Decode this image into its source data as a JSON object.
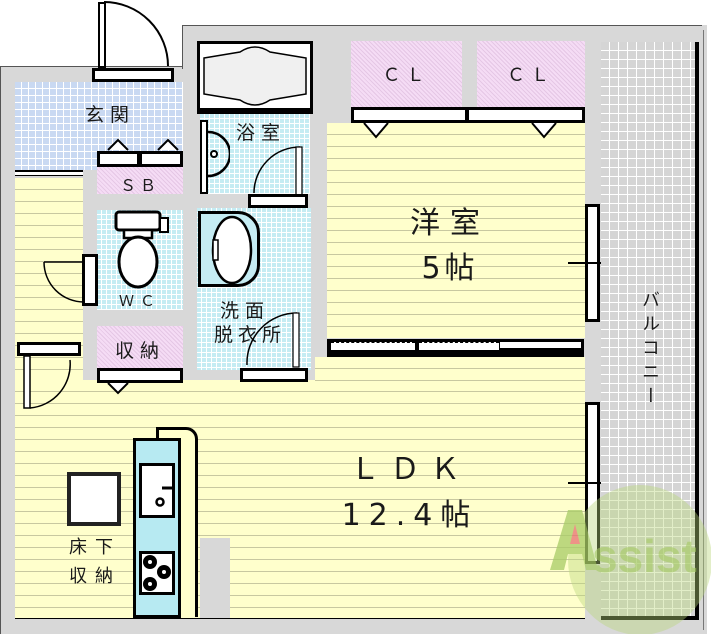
{
  "floor_plan": {
    "rooms": {
      "entrance": {
        "label": "玄関"
      },
      "shoe_box": {
        "label": "ＳＢ"
      },
      "bathroom": {
        "label": "浴室"
      },
      "closet_1": {
        "label": "ＣＬ"
      },
      "closet_2": {
        "label": "ＣＬ"
      },
      "western_room": {
        "label": "洋室",
        "size": "5帖"
      },
      "toilet": {
        "label": "ＷＣ"
      },
      "washroom": {
        "label_line1": "洗面",
        "label_line2": "脱衣所"
      },
      "storage": {
        "label": "収納"
      },
      "ldk": {
        "label": "ＬＤＫ",
        "size": "12.4帖"
      },
      "underfloor_storage": {
        "label_line1": "床下",
        "label_line2": "収納"
      },
      "balcony": {
        "label": "バルコニー"
      }
    },
    "watermark": {
      "text": "Assist"
    },
    "colors": {
      "wall": "#d8d8d8",
      "wood_floor": "#ffffcc",
      "entrance_tile": "#c9d9f2",
      "wet_tile": "#c5ecf3",
      "closet": "#f5dcf5",
      "balcony_tile": "#d5d5d5",
      "watermark_green": "#a8cc66",
      "watermark_red": "#e87070"
    }
  }
}
